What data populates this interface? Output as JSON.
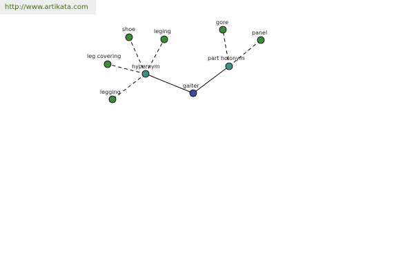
{
  "source_link": "http://www.artikata.com",
  "colors": {
    "center_node": "#3d4a9a",
    "relation_node": "#3f8f86",
    "leaf_node": "#3d8a3d"
  },
  "center": {
    "id": "gaiter",
    "label": "gaiter"
  },
  "relations": [
    {
      "id": "hypernym",
      "label": "hypernym"
    },
    {
      "id": "part-holonym",
      "label": "part holonym"
    }
  ],
  "leaves": [
    {
      "id": "shoe",
      "label": "shoe",
      "relation": "hypernym"
    },
    {
      "id": "leging",
      "label": "leging",
      "relation": "hypernym"
    },
    {
      "id": "leg-covering",
      "label": "leg covering",
      "relation": "hypernym"
    },
    {
      "id": "legging",
      "label": "legging",
      "relation": "hypernym"
    },
    {
      "id": "gore",
      "label": "gore",
      "relation": "part-holonym"
    },
    {
      "id": "panel",
      "label": "panel",
      "relation": "part-holonym"
    }
  ]
}
